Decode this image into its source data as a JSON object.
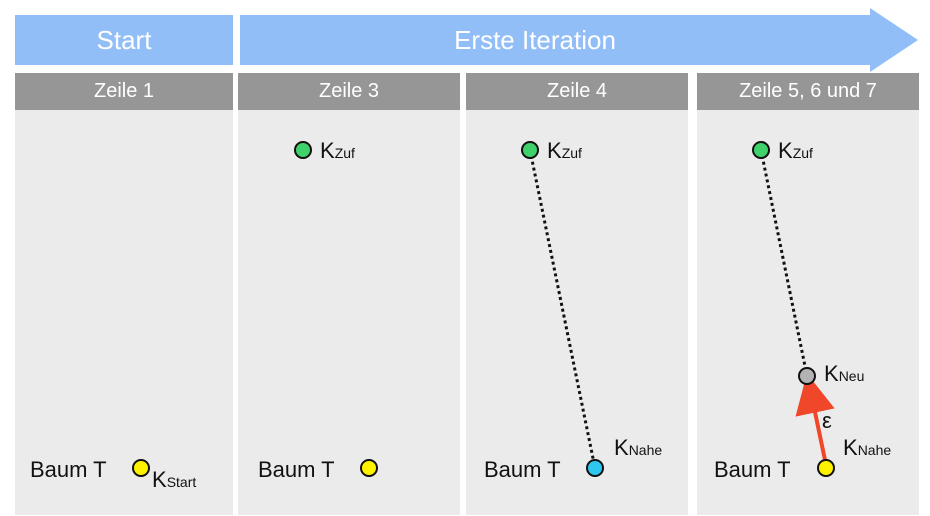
{
  "banner": {
    "start_label": "Start",
    "iteration_label": "Erste Iteration"
  },
  "panels": [
    {
      "header": "Zeile 1"
    },
    {
      "header": "Zeile 3"
    },
    {
      "header": "Zeile 4"
    },
    {
      "header": "Zeile 5, 6 und 7"
    }
  ],
  "labels": {
    "tree": "Baum T",
    "k": "K",
    "start_sub": "Start",
    "zuf_sub": "Zuf",
    "nahe_sub": "Nahe",
    "neu_sub": "Neu",
    "epsilon": "ε"
  },
  "colors": {
    "banner": "#92bef7",
    "panel_header": "#969696",
    "panel_body": "#ebebeb",
    "start_node": "#fff200",
    "random_node": "#3fd16a",
    "nearest_node_step4": "#2ec7f0",
    "new_node": "#b3b3b3",
    "arrow": "#f0462a"
  }
}
